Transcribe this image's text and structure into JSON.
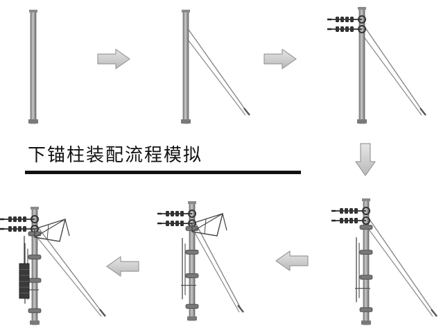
{
  "title": "下锚柱装配流程模拟",
  "colors": {
    "pole": "#a9a9a9",
    "pole_edge": "#6f6f6f",
    "wire": "#888888",
    "arrow_fill": "#cfcfcf",
    "arrow_edge": "#9a9a9a",
    "rule": "#111111"
  },
  "steps": [
    {
      "id": "step-1",
      "parts": [
        "pole"
      ]
    },
    {
      "id": "step-2",
      "parts": [
        "pole",
        "guy-wires"
      ]
    },
    {
      "id": "step-3",
      "parts": [
        "pole",
        "guy-wires",
        "insulators"
      ]
    },
    {
      "id": "step-4",
      "parts": [
        "pole",
        "guy-wires",
        "insulators",
        "fittings"
      ]
    },
    {
      "id": "step-5",
      "parts": [
        "pole",
        "guy-wires",
        "insulators",
        "fittings",
        "bracket"
      ]
    },
    {
      "id": "step-6",
      "parts": [
        "pole",
        "guy-wires",
        "insulators",
        "fittings",
        "bracket",
        "tensioner"
      ]
    }
  ],
  "flow": [
    "right",
    "right",
    "down",
    "left",
    "left"
  ]
}
